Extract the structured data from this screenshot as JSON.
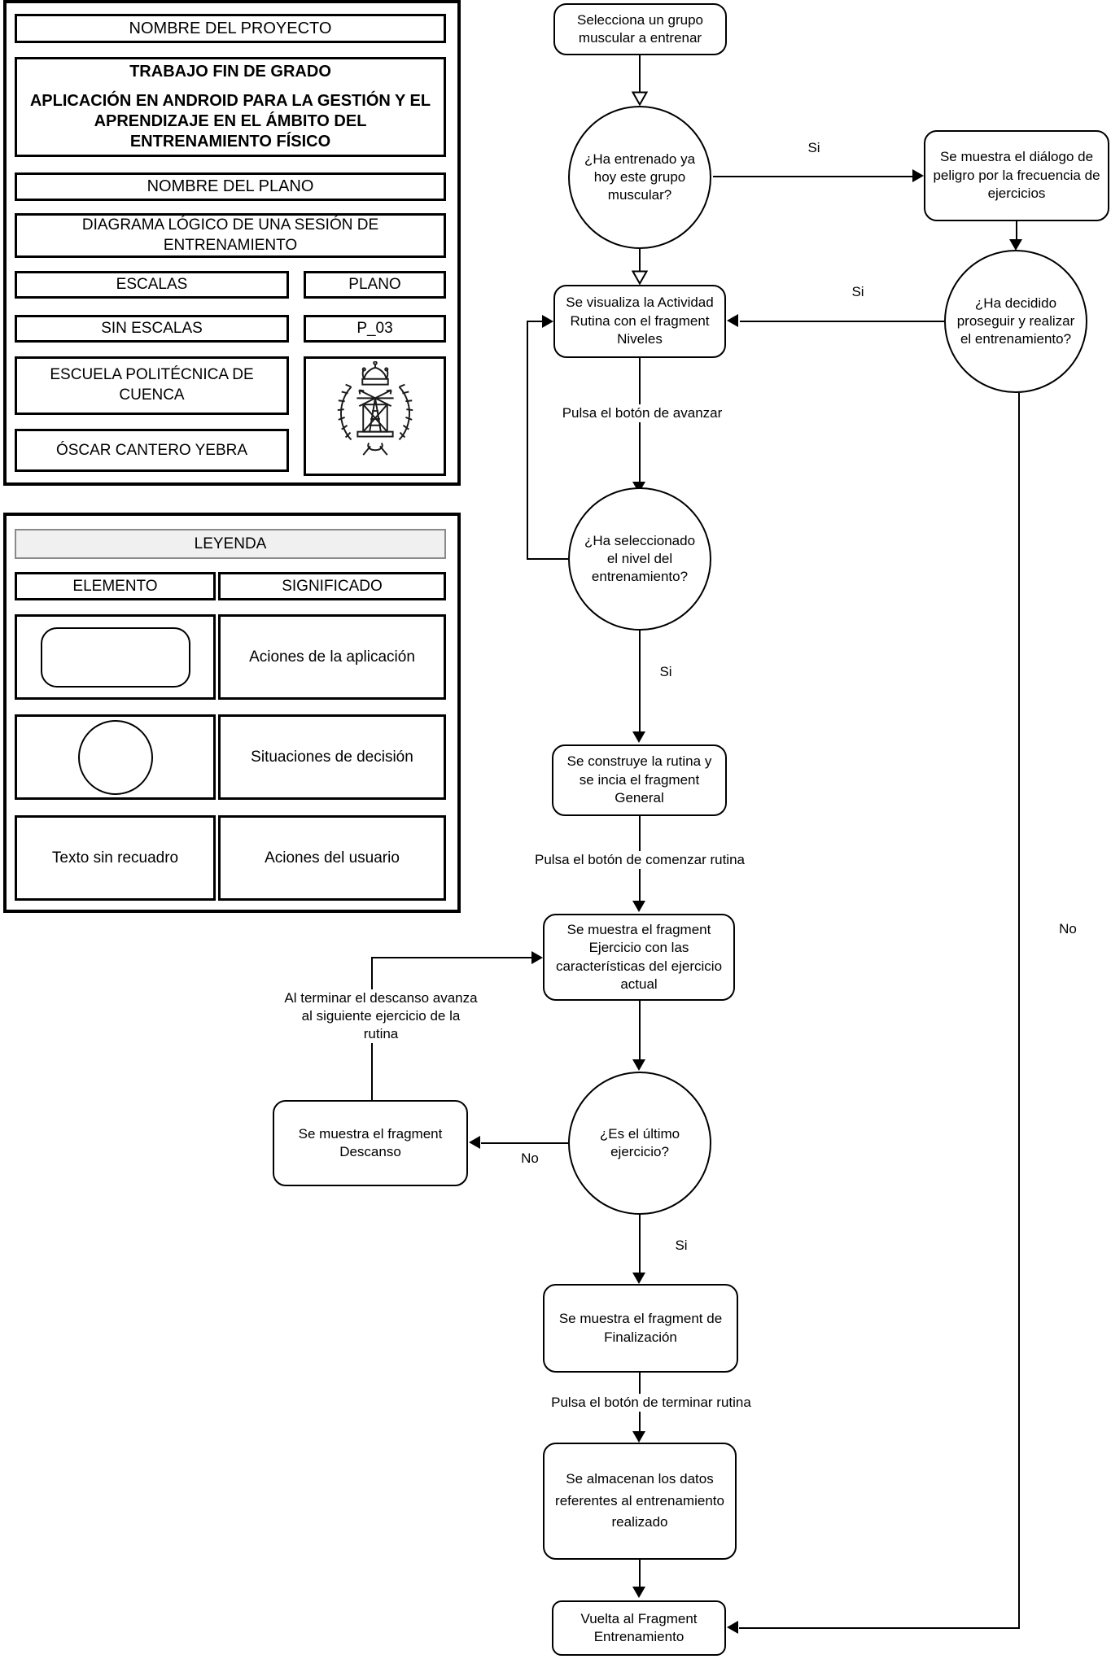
{
  "title_block": {
    "project_label": "NOMBRE DEL PROYECTO",
    "degree": "TRABAJO FIN DE GRADO",
    "project_title": "APLICACIÓN EN ANDROID PARA LA GESTIÓN Y EL APRENDIZAJE EN EL ÁMBITO DEL ENTRENAMIENTO FÍSICO",
    "plan_label": "NOMBRE DEL PLANO",
    "plan_name": "DIAGRAMA LÓGICO DE UNA SESIÓN DE ENTRENAMIENTO",
    "scales_label": "ESCALAS",
    "plan_number_label": "PLANO",
    "scales_value": "SIN ESCALAS",
    "plan_number_value": "P_03",
    "school": "ESCUELA POLITÉCNICA DE CUENCA",
    "author": "ÓSCAR CANTERO YEBRA",
    "logo_icon": "university-crest-icon"
  },
  "legend": {
    "title": "LEYENDA",
    "col_element": "ELEMENTO",
    "col_meaning": "SIGNIFICADO",
    "rows": [
      {
        "element_shape": "rounded-rectangle",
        "element_text": "",
        "meaning": "Aciones de la aplicación"
      },
      {
        "element_shape": "circle",
        "element_text": "",
        "meaning": "Situaciones de decisión"
      },
      {
        "element_shape": "plain-text",
        "element_text": "Texto sin recuadro",
        "meaning": "Aciones del usuario"
      }
    ]
  },
  "flowchart": {
    "nodes": {
      "select_group": "Selecciona un grupo muscular a entrenar",
      "trained_today": "¿Ha entrenado ya hoy este grupo muscular?",
      "danger_dialog": "Se muestra el diálogo de peligro por la frecuencia de ejercicios",
      "decided_continue": "¿Ha decidido proseguir y realizar el entrenamiento?",
      "levels_fragment": "Se visualiza la Actividad Rutina con el fragment Niveles",
      "level_selected": "¿Ha seleccionado el nivel del entrenamiento?",
      "build_routine": "Se construye la rutina y se incia el fragment General",
      "exercise_fragment": "Se muestra el fragment Ejercicio con las características del ejercicio actual",
      "last_exercise": "¿Es el último ejercicio?",
      "rest_fragment": "Se muestra el fragment Descanso",
      "finish_fragment": "Se muestra el fragment de Finalización",
      "store_data": "Se almacenan los datos referentes al entrenamiento realizado",
      "return_fragment": "Vuelta al Fragment Entrenamiento"
    },
    "labels": {
      "yes_trained": "Si",
      "yes_continue": "Si",
      "yes_level": "Si",
      "yes_last": "Si",
      "no_last": "No",
      "no_continue": "No",
      "advance_button": "Pulsa el botón de avanzar",
      "start_button": "Pulsa el botón de comenzar rutina",
      "finish_button": "Pulsa el botón de terminar rutina",
      "rest_loop": "Al terminar el descanso avanza al siguiente ejercicio de la rutina"
    }
  },
  "colors": {
    "line": "#000000",
    "background": "#ffffff",
    "legend_header_bg": "#f0f0f0",
    "legend_header_border": "#8a8a8a"
  }
}
